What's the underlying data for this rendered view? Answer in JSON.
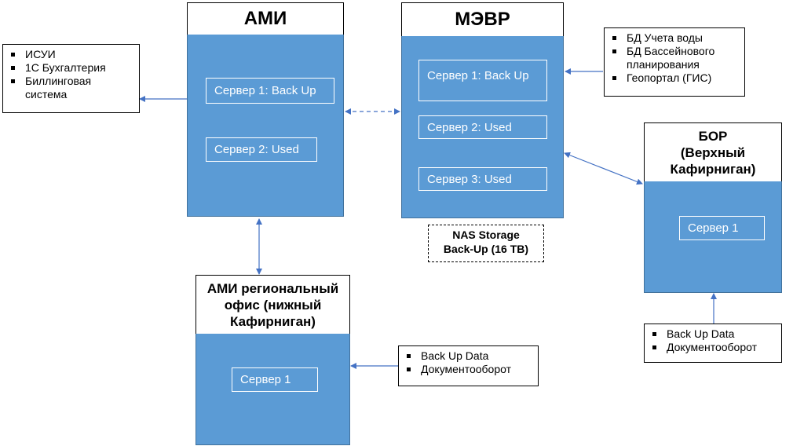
{
  "ami": {
    "title": "АМИ",
    "server1": "Сервер 1: Back Up",
    "server2": "Сервер 2: Used"
  },
  "mevr": {
    "title": "МЭВР",
    "server1": "Сервер 1: Back Up",
    "server2": "Сервер 2: Used",
    "server3": "Сервер 3: Used",
    "nas_line1": "NAS Storage",
    "nas_line2": "Back-Up (16 TB)"
  },
  "bor": {
    "title_line1": "БОР",
    "title_line2": "(Верхный",
    "title_line3": "Кафирниган)",
    "server1": "Сервер 1"
  },
  "ami_regional": {
    "title_line1": "АМИ региональный",
    "title_line2": "офис (нижный",
    "title_line3": "Кафирниган)",
    "server1": "Сервер 1"
  },
  "lists": {
    "left_systems": [
      "ИСУИ",
      "1С Бухгалтерия",
      "Биллинговая система"
    ],
    "right_databases": [
      "БД Учета воды",
      "БД Бассейнового планирования",
      "Геопортал (ГИС)"
    ],
    "regional_data": [
      "Back Up Data",
      "Документооборот"
    ],
    "bor_data": [
      "Back Up Data",
      "Документооборот"
    ]
  },
  "colors": {
    "block_fill": "#5b9bd5",
    "arrow": "#4472c4"
  }
}
